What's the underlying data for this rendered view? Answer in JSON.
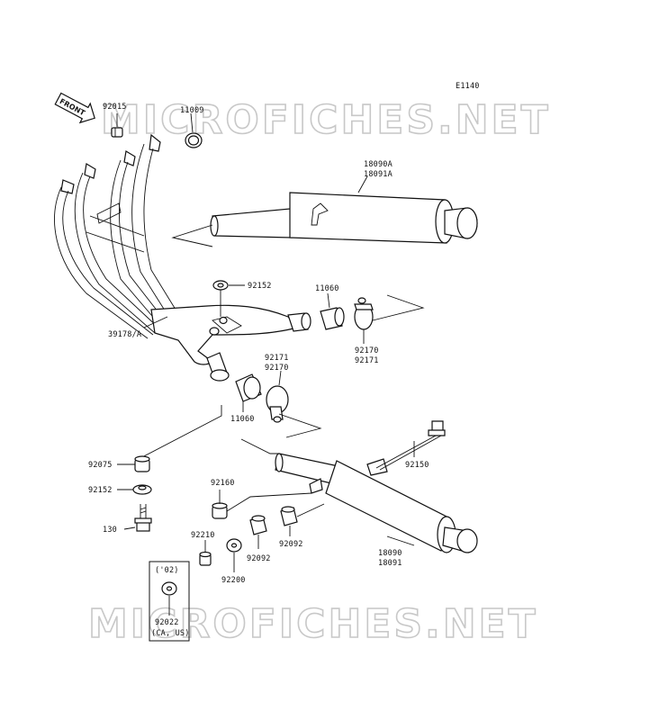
{
  "diagram": {
    "code": "E1140",
    "front_label": "FRONT",
    "watermark_top": "MICROFICHES.NET",
    "watermark_bottom": "MICROFICHES.NET",
    "parts": [
      {
        "id": "92015",
        "label": "92015"
      },
      {
        "id": "11009",
        "label": "11009"
      },
      {
        "id": "18090A",
        "label": "18090A"
      },
      {
        "id": "18091A",
        "label": "18091A"
      },
      {
        "id": "92152-top",
        "label": "92152"
      },
      {
        "id": "11060-top",
        "label": "11060"
      },
      {
        "id": "39178A",
        "label": "39178/A"
      },
      {
        "id": "92170-right",
        "label": "92170"
      },
      {
        "id": "92171-right",
        "label": "92171"
      },
      {
        "id": "92171-mid",
        "label": "92171"
      },
      {
        "id": "92170-mid",
        "label": "92170"
      },
      {
        "id": "11060-mid",
        "label": "11060"
      },
      {
        "id": "92150",
        "label": "92150"
      },
      {
        "id": "92075",
        "label": "92075"
      },
      {
        "id": "92160",
        "label": "92160"
      },
      {
        "id": "92152-bottom",
        "label": "92152"
      },
      {
        "id": "130",
        "label": "130"
      },
      {
        "id": "92092-a",
        "label": "92092"
      },
      {
        "id": "92092-b",
        "label": "92092"
      },
      {
        "id": "92210",
        "label": "92210"
      },
      {
        "id": "92200",
        "label": "92200"
      },
      {
        "id": "18090",
        "label": "18090"
      },
      {
        "id": "18091",
        "label": "18091"
      },
      {
        "id": "02",
        "label": "('02)"
      },
      {
        "id": "92022",
        "label": "92022"
      },
      {
        "id": "ca-us",
        "label": "(CA, US)"
      }
    ]
  }
}
